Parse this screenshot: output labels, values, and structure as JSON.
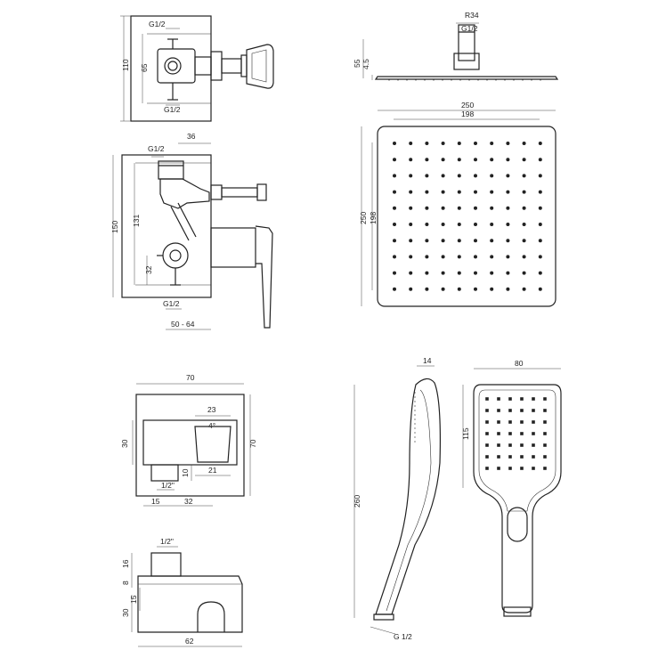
{
  "drawing": {
    "mixer_top": {
      "g_top": "G1/2",
      "g_bottom": "G1/2",
      "h_outer": "110",
      "h_inner": "65"
    },
    "mixer_side": {
      "g_top": "G1/2",
      "w_top": "36",
      "h_outer": "150",
      "h_inner": "131",
      "h_low": "32",
      "g_bottom": "G1/2",
      "depth": "50 - 64"
    },
    "head_side": {
      "radius": "R34",
      "g": "G1/2",
      "h_outer": "55",
      "h_inner": "4.5"
    },
    "head_front": {
      "w_outer": "250",
      "w_inner": "198",
      "h_outer": "250",
      "h_inner": "198"
    },
    "holder_front": {
      "w_top": "70",
      "w_inner": "23",
      "angle": "4°",
      "h_left": "30",
      "h_right": "70",
      "h_small": "10",
      "w_small": "21",
      "g_bottom": "1/2\"",
      "w_a": "15",
      "w_b": "32"
    },
    "holder_side": {
      "g_top": "1/2\"",
      "h_a": "16",
      "h_b": "8",
      "h_c": "15",
      "h_d": "30",
      "w": "62"
    },
    "hand_side": {
      "w_top": "14",
      "h_total": "260",
      "g_bottom": "G 1/2"
    },
    "hand_front": {
      "w_top": "80",
      "h_head": "115"
    }
  }
}
